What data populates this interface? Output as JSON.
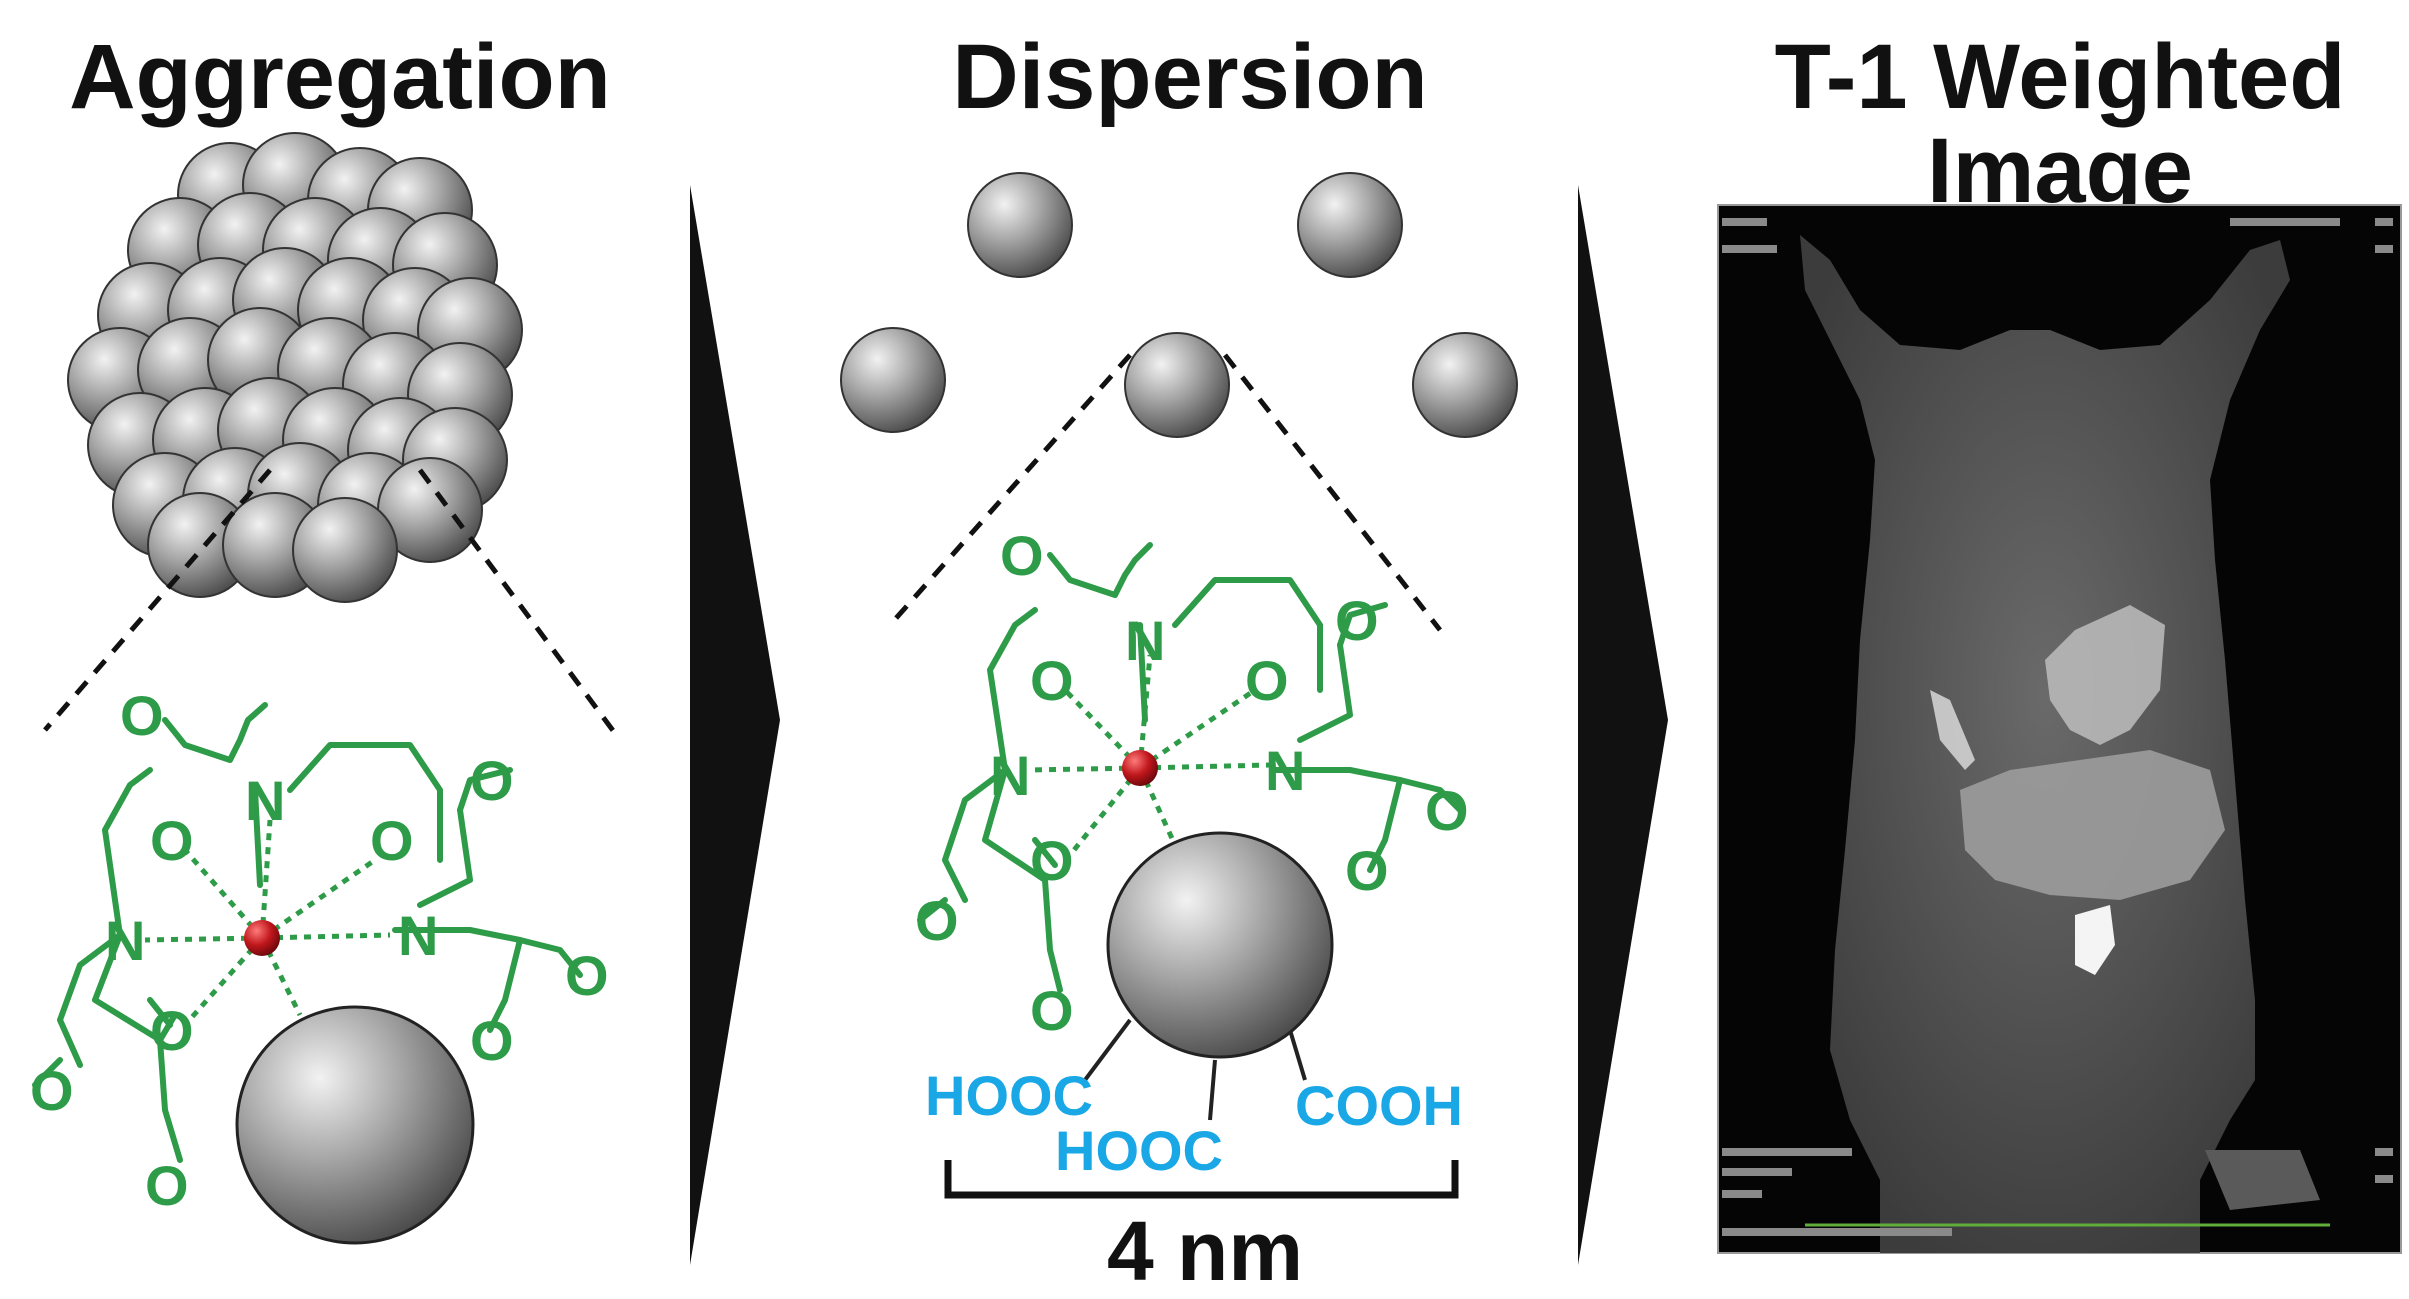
{
  "panels": {
    "aggregation": {
      "title": "Aggregation"
    },
    "dispersion": {
      "title": "Dispersion"
    },
    "t1": {
      "title_line1": "T-1 Weighted",
      "title_line2": "Image"
    }
  },
  "chelate": {
    "atom_N": "N",
    "atom_O": "O"
  },
  "ligands": {
    "left": "HOOC",
    "bottom": "HOOC",
    "right": "COOH"
  },
  "scale_bar": {
    "label": "4 nm"
  },
  "colors": {
    "chelate": "#2e9b48",
    "carboxyl": "#19a7e6",
    "metal": "#b3161b",
    "particle": "#8a8a8a",
    "arrow": "#111111",
    "mri_bg": "#050505"
  }
}
